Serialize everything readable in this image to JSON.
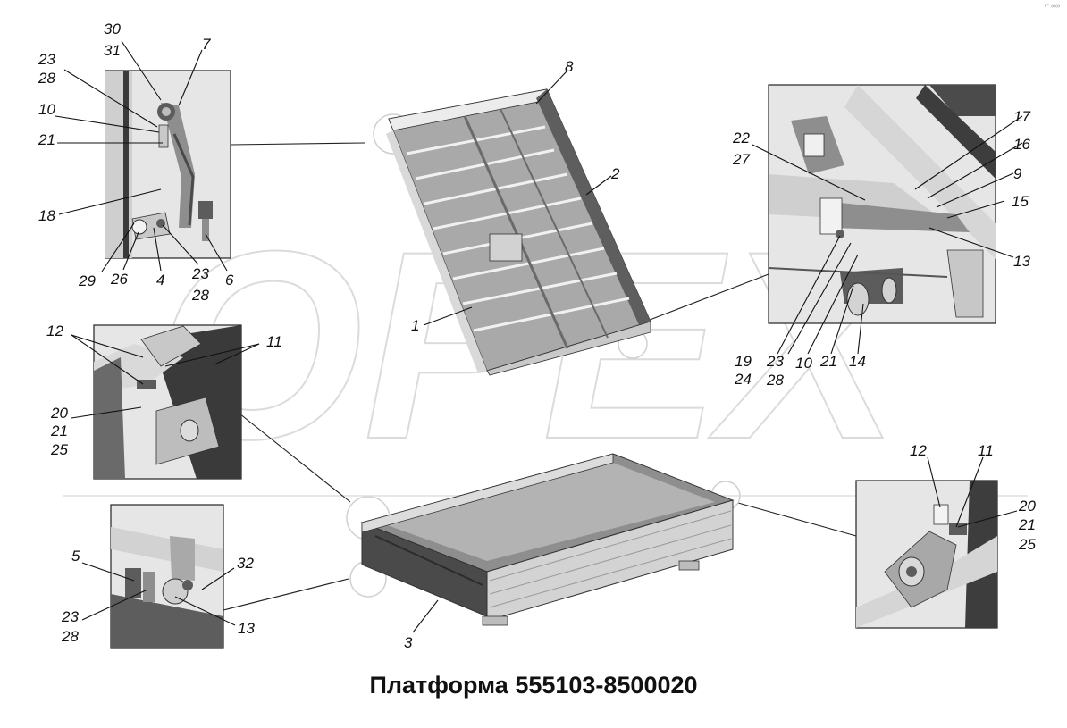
{
  "title": "Платформа 555103-8500020",
  "watermark": "OPEX",
  "corner_mark": "•° ∞∞",
  "labels": {
    "tl_30": "30",
    "tl_31": "31",
    "tl_7": "7",
    "tl_23a": "23",
    "tl_28a": "28",
    "tl_10": "10",
    "tl_21": "21",
    "tl_18": "18",
    "tl_29": "29",
    "tl_26": "26",
    "tl_4": "4",
    "tl_23b": "23",
    "tl_28b": "28",
    "tl_6": "6",
    "c_8": "8",
    "c_2": "2",
    "c_1": "1",
    "c_3": "3",
    "tr_22": "22",
    "tr_27": "27",
    "tr_17": "17",
    "tr_16": "16",
    "tr_9": "9",
    "tr_15": "15",
    "tr_13": "13",
    "tr_19": "19",
    "tr_24": "24",
    "tr_23": "23",
    "tr_28": "28",
    "tr_10": "10",
    "tr_21": "21",
    "tr_14": "14",
    "ml_12": "12",
    "ml_11": "11",
    "ml_20": "20",
    "ml_21": "21",
    "ml_25": "25",
    "bl_5": "5",
    "bl_32": "32",
    "bl_23": "23",
    "bl_28": "28",
    "bl_13": "13",
    "br_12": "12",
    "br_11": "11",
    "br_20": "20",
    "br_21": "21",
    "br_25": "25"
  }
}
